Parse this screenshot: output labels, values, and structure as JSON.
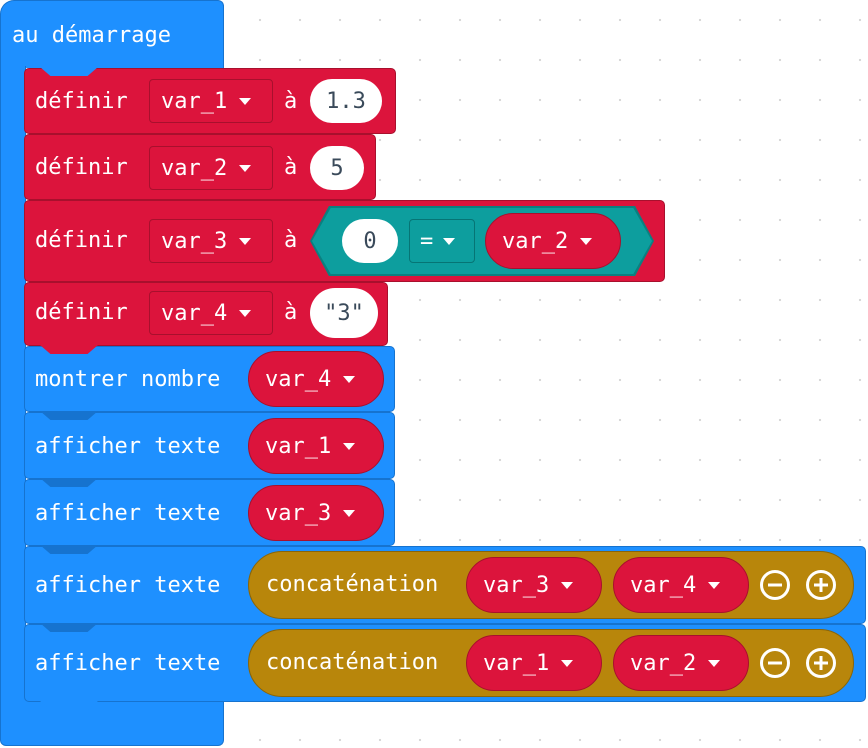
{
  "hat": {
    "label": "au démarrage"
  },
  "blocks": [
    {
      "label": "définir",
      "var": "var_1",
      "to": "à",
      "value": "1.3"
    },
    {
      "label": "définir",
      "var": "var_2",
      "to": "à",
      "value": "5"
    },
    {
      "label": "définir",
      "var": "var_3",
      "to": "à",
      "compare": {
        "left": "0",
        "op": "=",
        "right": "var_2"
      }
    },
    {
      "label": "définir",
      "var": "var_4",
      "to": "à",
      "value": "\"3\""
    },
    {
      "label": "montrer nombre",
      "arg": "var_4"
    },
    {
      "label": "afficher texte",
      "arg": "var_1"
    },
    {
      "label": "afficher texte",
      "arg": "var_3"
    },
    {
      "label": "afficher texte",
      "join_label": "concaténation",
      "args": [
        "var_3",
        "var_4"
      ]
    },
    {
      "label": "afficher texte",
      "join_label": "concaténation",
      "args": [
        "var_1",
        "var_2"
      ]
    }
  ],
  "icons": {
    "minus": "minus-circle-icon",
    "plus": "plus-circle-icon",
    "dropdown": "caret-down-icon"
  },
  "colors": {
    "basic": "#1e90ff",
    "variables": "#dc143c",
    "logic": "#0d9e9e",
    "text": "#b8860b"
  }
}
